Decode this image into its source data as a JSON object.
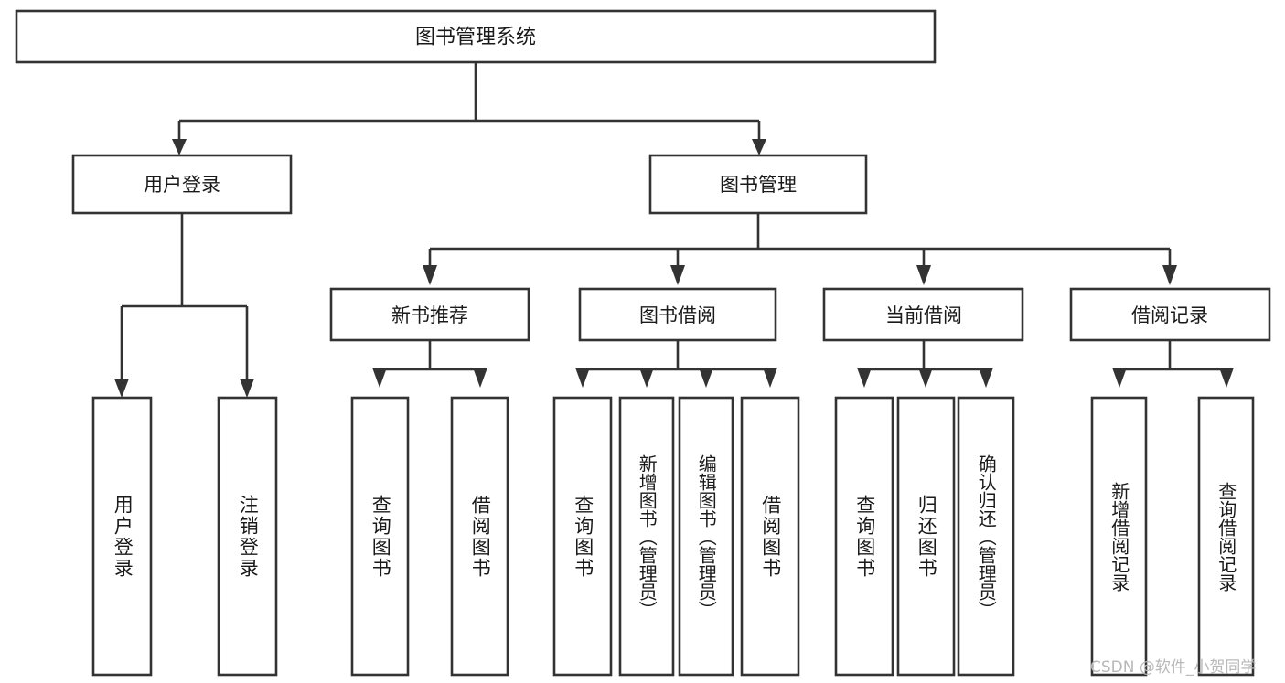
{
  "diagram": {
    "type": "hierarchy-tree",
    "title": "图书管理系统",
    "orientation": "top-down",
    "colors": {
      "box_stroke": "#333333",
      "box_fill": "#ffffff",
      "text": "#1a1a1a",
      "background": "#ffffff",
      "watermark": "#b9b9b9"
    },
    "levels": [
      {
        "level": 1,
        "labels": [
          "图书管理系统"
        ]
      },
      {
        "level": 2,
        "labels": [
          "用户登录",
          "图书管理"
        ]
      },
      {
        "level": 3,
        "labels": [
          "新书推荐",
          "图书借阅",
          "当前借阅",
          "借阅记录"
        ]
      },
      {
        "level": 4,
        "labels": [
          "用户登录",
          "注销登录",
          "查询图书",
          "借阅图书",
          "查询图书",
          "新增图书（管理员）",
          "编辑图书（管理员）",
          "借阅图书",
          "查询图书",
          "归还图书",
          "确认归还（管理员）",
          "新增借阅记录",
          "查询借阅记录"
        ]
      }
    ],
    "nodes": {
      "root": {
        "label": "图书管理系统"
      },
      "user_login": {
        "label": "用户登录"
      },
      "book_mgmt": {
        "label": "图书管理"
      },
      "new_book_rec": {
        "label": "新书推荐"
      },
      "book_borrow": {
        "label": "图书借阅"
      },
      "current_borrow": {
        "label": "当前借阅"
      },
      "borrow_record": {
        "label": "借阅记录"
      },
      "leaf_user_login": {
        "label": "用户登录"
      },
      "leaf_logout": {
        "label": "注销登录"
      },
      "leaf_query_book_1": {
        "label": "查询图书"
      },
      "leaf_borrow_book_1": {
        "label": "借阅图书"
      },
      "leaf_query_book_2": {
        "label": "查询图书"
      },
      "leaf_add_book_admin": {
        "label": "新增图书（管理员）"
      },
      "leaf_edit_book_admin": {
        "label": "编辑图书（管理员）"
      },
      "leaf_borrow_book_2": {
        "label": "借阅图书"
      },
      "leaf_query_book_3": {
        "label": "查询图书"
      },
      "leaf_return_book": {
        "label": "归还图书"
      },
      "leaf_confirm_return_admin": {
        "label": "确认归还（管理员）"
      },
      "leaf_add_record": {
        "label": "新增借阅记录"
      },
      "leaf_query_record": {
        "label": "查询借阅记录"
      }
    },
    "edges": [
      {
        "from": "root",
        "to": "user_login"
      },
      {
        "from": "root",
        "to": "book_mgmt"
      },
      {
        "from": "user_login",
        "to": "leaf_user_login"
      },
      {
        "from": "user_login",
        "to": "leaf_logout"
      },
      {
        "from": "book_mgmt",
        "to": "new_book_rec"
      },
      {
        "from": "book_mgmt",
        "to": "book_borrow"
      },
      {
        "from": "book_mgmt",
        "to": "current_borrow"
      },
      {
        "from": "book_mgmt",
        "to": "borrow_record"
      },
      {
        "from": "new_book_rec",
        "to": "leaf_query_book_1"
      },
      {
        "from": "new_book_rec",
        "to": "leaf_borrow_book_1"
      },
      {
        "from": "book_borrow",
        "to": "leaf_query_book_2"
      },
      {
        "from": "book_borrow",
        "to": "leaf_add_book_admin"
      },
      {
        "from": "book_borrow",
        "to": "leaf_edit_book_admin"
      },
      {
        "from": "book_borrow",
        "to": "leaf_borrow_book_2"
      },
      {
        "from": "current_borrow",
        "to": "leaf_query_book_3"
      },
      {
        "from": "current_borrow",
        "to": "leaf_return_book"
      },
      {
        "from": "current_borrow",
        "to": "leaf_confirm_return_admin"
      },
      {
        "from": "borrow_record",
        "to": "leaf_add_record"
      },
      {
        "from": "borrow_record",
        "to": "leaf_query_record"
      }
    ]
  },
  "watermark": {
    "text": "CSDN @软件_小贺同学"
  }
}
